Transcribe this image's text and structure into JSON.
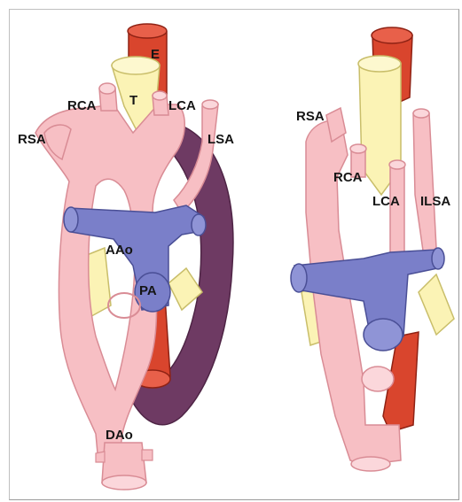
{
  "colors": {
    "aorta": "#f7bfc4",
    "aorta_edge": "#d98c95",
    "trachea": "#fbf3b5",
    "trachea_edge": "#c9be6a",
    "esophagus": "#d9452d",
    "esophagus_edge": "#8f2214",
    "pulmonary": "#7a7fc9",
    "pulmonary_edge": "#4a4f96",
    "ductus": "#6e3a63"
  },
  "left_diagram": {
    "labels": {
      "e": "E",
      "t": "T",
      "rca": "RCA",
      "lca": "LCA",
      "rsa": "RSA",
      "lsa": "LSA",
      "aao": "AAo",
      "pa": "PA",
      "dao": "DAo"
    }
  },
  "right_diagram": {
    "labels": {
      "rsa": "RSA",
      "rca": "RCA",
      "lca": "LCA",
      "ilsa": "ILSA"
    }
  }
}
